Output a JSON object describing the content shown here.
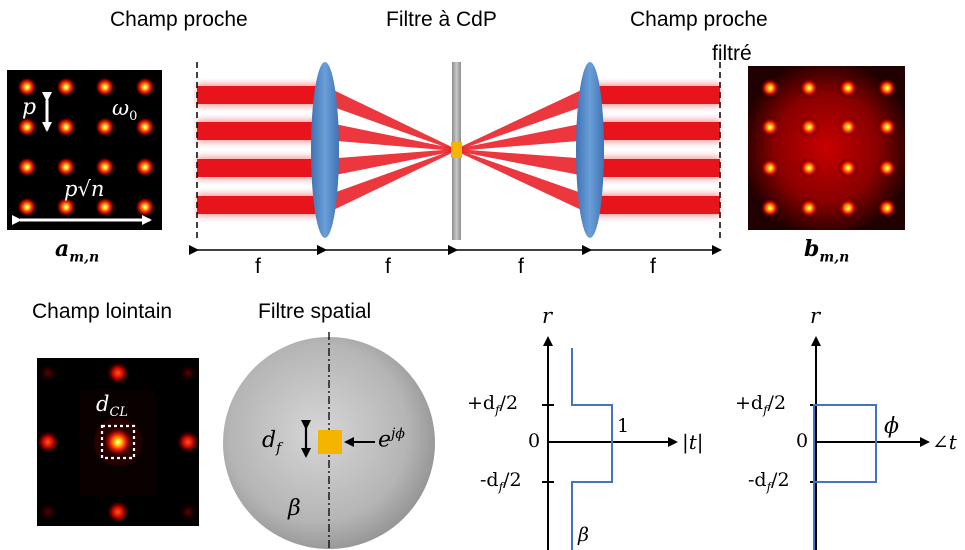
{
  "titles": {
    "near_field": "Champ proche",
    "filter": "Filtre à CdP",
    "filtered_near_field_line1": "Champ proche",
    "filtered_near_field_line2": "filtré",
    "far_field": "Champ lointain",
    "spatial_filter": "Filtre spatial"
  },
  "near_field_labels": {
    "pitch": "p",
    "waist": "ω",
    "waist_sub": "0",
    "span": "p√n",
    "caption": "a",
    "caption_sub": "m,n"
  },
  "filtered_caption": {
    "main": "b",
    "sub": "m,n"
  },
  "focal_labels": [
    "f",
    "f",
    "f",
    "f"
  ],
  "far_field_label": {
    "main": "d",
    "sub": "CL"
  },
  "spatial_filter_labels": {
    "size": "d",
    "size_sub": "f",
    "phase": "e",
    "phase_sup": "jϕ",
    "background": "β"
  },
  "amplitude_plot": {
    "y_axis": "r",
    "x_axis": "|t|",
    "tick_top": "+d",
    "tick_top_rest": "/2",
    "tick_zero": "0",
    "tick_bottom": "-d",
    "tick_bottom_rest": "/2",
    "tick_sub": "f",
    "value_label": "1",
    "low_label": "β"
  },
  "phase_plot": {
    "y_axis": "r",
    "x_axis": "∠t",
    "tick_top": "+d",
    "tick_top_rest": "/2",
    "tick_zero": "0",
    "tick_bottom": "-d",
    "tick_bottom_rest": "/2",
    "tick_sub": "f",
    "value_label": "ϕ"
  },
  "colors": {
    "beam": "#e8141b",
    "lens": "#4f87c6",
    "plate": "#a6a6a6",
    "pinhole": "#f4b400",
    "plot_line": "#4472c4",
    "filter_disk": "#bfbfbf"
  }
}
